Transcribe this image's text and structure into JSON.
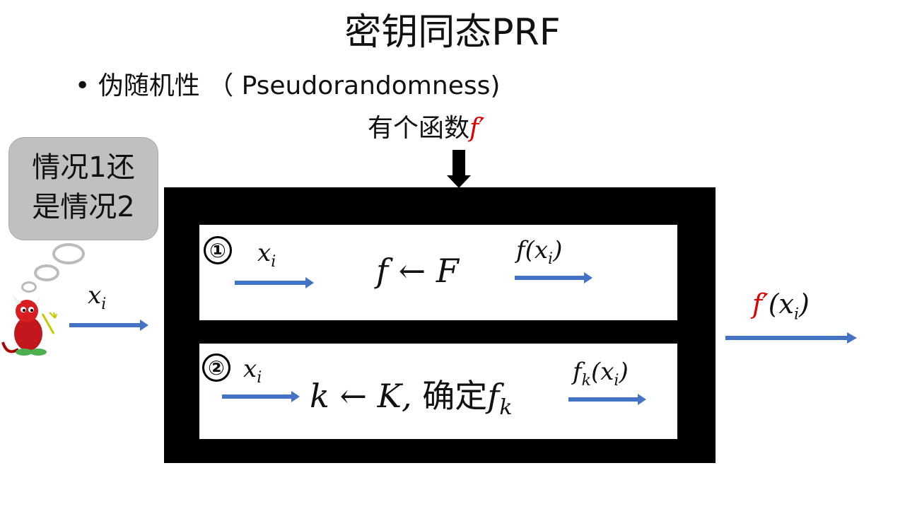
{
  "title": "密钥同态PRF",
  "bullet": "伪随机性 （ Pseudorandomness)",
  "given": {
    "text": "有个函数",
    "symbol": "f′"
  },
  "thought_bubble": {
    "line1": "情况1还",
    "line2": "是情况2"
  },
  "input_label": {
    "base": "x",
    "sub": "i"
  },
  "case1": {
    "number": "①",
    "input": {
      "base": "x",
      "sub": "i"
    },
    "formula": "f ← F",
    "output": {
      "pre": "f(x",
      "sub": "i",
      "post": ")"
    }
  },
  "case2": {
    "number": "②",
    "input": {
      "base": "x",
      "sub": "i"
    },
    "formula": {
      "pre": "k ← K, ",
      "cjk": "确定",
      "f": "f",
      "sub": "k"
    },
    "output": {
      "f": "f",
      "fsub": "k",
      "mid": "(x",
      "sub": "i",
      "post": ")"
    }
  },
  "final_output": {
    "f": "f′",
    "mid": "(x",
    "sub": "i",
    "post": ")"
  },
  "colors": {
    "arrow": "#4472c4",
    "accent": "#e00000",
    "bubble": "#c0c0c0"
  }
}
